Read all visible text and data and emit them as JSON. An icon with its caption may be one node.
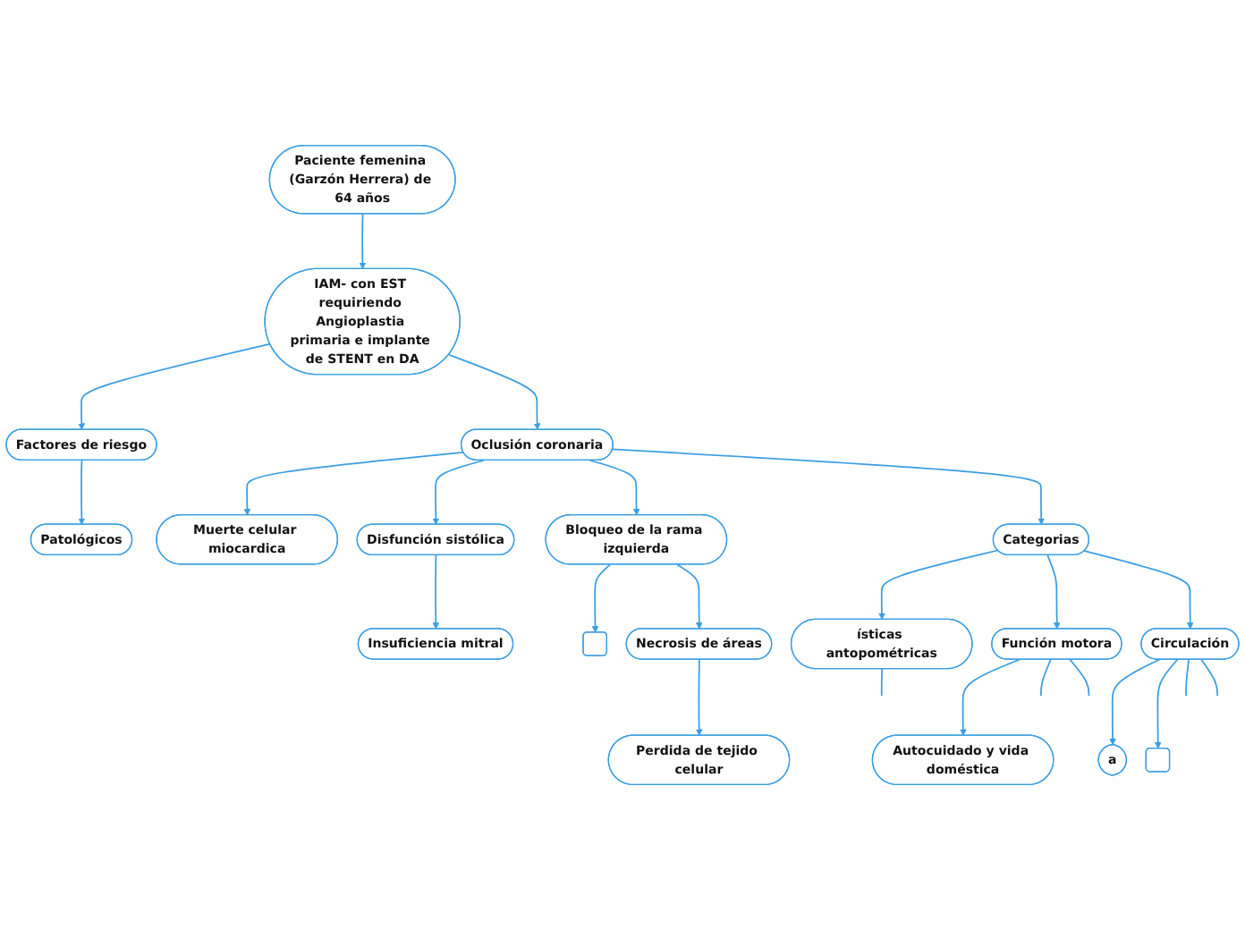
{
  "diagram": {
    "nodes": [
      {
        "text": [
          "Paciente femenina (Garzón Herrera) de 64 años"
        ]
      },
      {
        "text": [
          "IAM- con EST requiriendo Angioplastia primaria e implante de STENT en DA"
        ]
      },
      {
        "text": [
          "Factores de riesgo"
        ]
      },
      {
        "text": [
          "Patológicos"
        ]
      },
      {
        "text": [
          "Muerte celular miocardica"
        ]
      },
      {
        "text": [
          "Oclusión coronaria"
        ]
      },
      {
        "text": [
          "Disfunción sistólica"
        ]
      },
      {
        "text": [
          "Insuficiencia mitral"
        ]
      },
      {
        "text": [
          "Bloqueo de la rama izquierda"
        ]
      },
      {
        "text": [],
        "shape": "box"
      },
      {
        "text": [
          "Necrosis de áreas"
        ]
      },
      {
        "text": [
          "Perdida de tejido celular"
        ]
      },
      {
        "text": [
          "Categorias"
        ]
      },
      {
        "text": [
          "ísticas antopométricas"
        ]
      },
      {
        "text": [
          "Función motora"
        ]
      },
      {
        "text": [
          "Circulación"
        ]
      },
      {
        "text": [
          "a"
        ]
      },
      {
        "text": [
          "Autocuidado y vida doméstica"
        ]
      },
      {
        "text": [],
        "shape": "box"
      }
    ],
    "edges": [
      {
        "from": 0,
        "to": 1,
        "arrow": "to"
      },
      {
        "from": 1,
        "to": 2,
        "arrow": "to"
      },
      {
        "from": 2,
        "to": 3,
        "arrow": "to"
      },
      {
        "from": 1,
        "to": 5,
        "arrow": "to"
      },
      {
        "from": 5,
        "to": 4,
        "arrow": "to"
      },
      {
        "from": 5,
        "to": 6,
        "arrow": "to"
      },
      {
        "from": 6,
        "to": 7,
        "arrow": "to"
      },
      {
        "from": 5,
        "to": 8,
        "arrow": "to"
      },
      {
        "from": 8,
        "to": 9,
        "arrow": "to"
      },
      {
        "from": 8,
        "to": 10,
        "arrow": "to"
      },
      {
        "from": 10,
        "to": 11,
        "arrow": "to"
      },
      {
        "from": 5,
        "to": 12,
        "arrow": "to"
      },
      {
        "from": 12,
        "to": 13,
        "arrow": "to"
      },
      {
        "from": 12,
        "to": 14,
        "arrow": "to"
      },
      {
        "from": 12,
        "to": 15,
        "arrow": "to"
      },
      {
        "from": 15,
        "to": 16,
        "arrow": "to"
      },
      {
        "from": 15,
        "to": 18,
        "arrow": "to"
      },
      {
        "from": 15,
        "to": null,
        "arrow": "none"
      },
      {
        "from": 15,
        "to": null,
        "arrow": "none"
      },
      {
        "from": 13,
        "to": null,
        "arrow": "none"
      },
      {
        "from": 14,
        "to": 17,
        "arrow": "to"
      },
      {
        "from": 14,
        "to": null,
        "arrow": "none"
      },
      {
        "from": 14,
        "to": null,
        "arrow": "none"
      }
    ]
  }
}
